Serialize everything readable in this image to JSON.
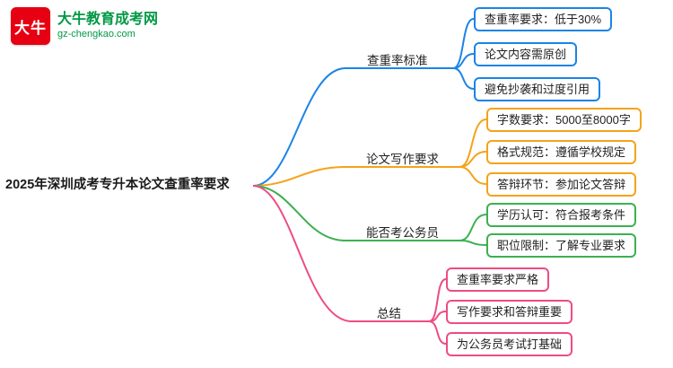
{
  "logo": {
    "icon_text": "大牛",
    "brand_name": "大牛教育成考网",
    "domain": "gz-chengkao.com",
    "brand_color": "#009944",
    "icon_color": "#e60012"
  },
  "colors": {
    "branch_chachonglv": "#1b84e7",
    "branch_xiezuo": "#f5a31a",
    "branch_gongwuyuan": "#3cb051",
    "branch_zongjie": "#ee4c83"
  },
  "mindmap": {
    "root": {
      "label": "2025年深圳成考专升本论文查重率要求"
    },
    "branches": [
      {
        "label": "查重率标准",
        "color": "#1b84e7",
        "children": [
          "查重率要求：低于30%",
          "论文内容需原创",
          "避免抄袭和过度引用"
        ]
      },
      {
        "label": "论文写作要求",
        "color": "#f5a31a",
        "children": [
          "字数要求：5000至8000字",
          "格式规范：遵循学校规定",
          "答辩环节：参加论文答辩"
        ]
      },
      {
        "label": "能否考公务员",
        "color": "#3cb051",
        "children": [
          "学历认可：符合报考条件",
          "职位限制：了解专业要求"
        ]
      },
      {
        "label": "总结",
        "color": "#ee4c83",
        "children": [
          "查重率要求严格",
          "写作要求和答辩重要",
          "为公务员考试打基础"
        ]
      }
    ]
  }
}
